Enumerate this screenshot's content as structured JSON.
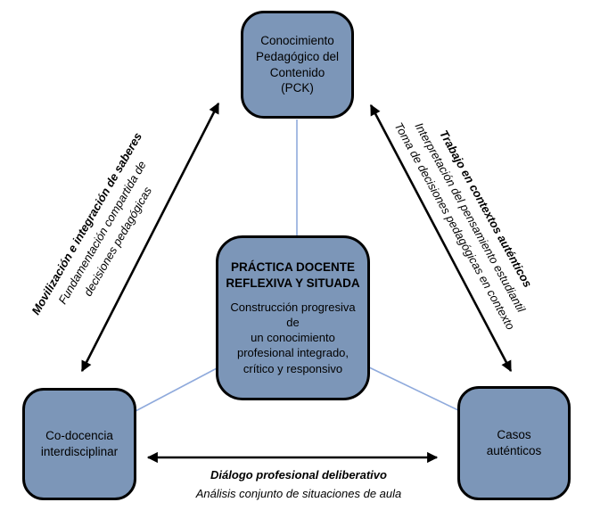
{
  "colors": {
    "node_fill": "#7C96B8",
    "node_border": "#000000",
    "connector_line": "#8FAADC",
    "arrow": "#000000",
    "text": "#000000",
    "background": "#FFFFFF"
  },
  "nodes": {
    "pck": {
      "label": "Conocimiento Pedagógico del Contenido (PCK)",
      "lines": [
        "Conocimiento",
        "Pedagógico del",
        "Contenido",
        "(PCK)"
      ]
    },
    "center": {
      "title": "PRÁCTICA DOCENTE REFLEXIVA Y SITUADA",
      "title_lines": [
        "PRÁCTICA DOCENTE",
        "REFLEXIVA Y SITUADA"
      ],
      "body": "Construcción progresiva de un conocimiento profesional integrado, crítico y responsivo",
      "body_lines": [
        "Construcción progresiva de",
        "un conocimiento",
        "profesional integrado,",
        "crítico y responsivo"
      ]
    },
    "codocencia": {
      "label": "Co-docencia interdisciplinar",
      "lines": [
        "Co-docencia",
        "interdisciplinar"
      ]
    },
    "casos": {
      "label": "Casos auténticos",
      "lines": [
        "Casos",
        "auténticos"
      ]
    }
  },
  "edges": {
    "left": {
      "title": "Movilización e integración de saberes",
      "sub_lines": [
        "Fundamentación compartida de",
        "decisiones pedagógicas"
      ]
    },
    "right": {
      "title": "Trabajo en contextos auténticos",
      "sub_lines": [
        "Interpretación del pensamiento estudiantil",
        "Toma de decisiones pedagógicas en contexto"
      ]
    },
    "bottom": {
      "title": "Diálogo profesional deliberativo",
      "sub_lines": [
        "Análisis conjunto de situaciones de aula"
      ]
    }
  }
}
